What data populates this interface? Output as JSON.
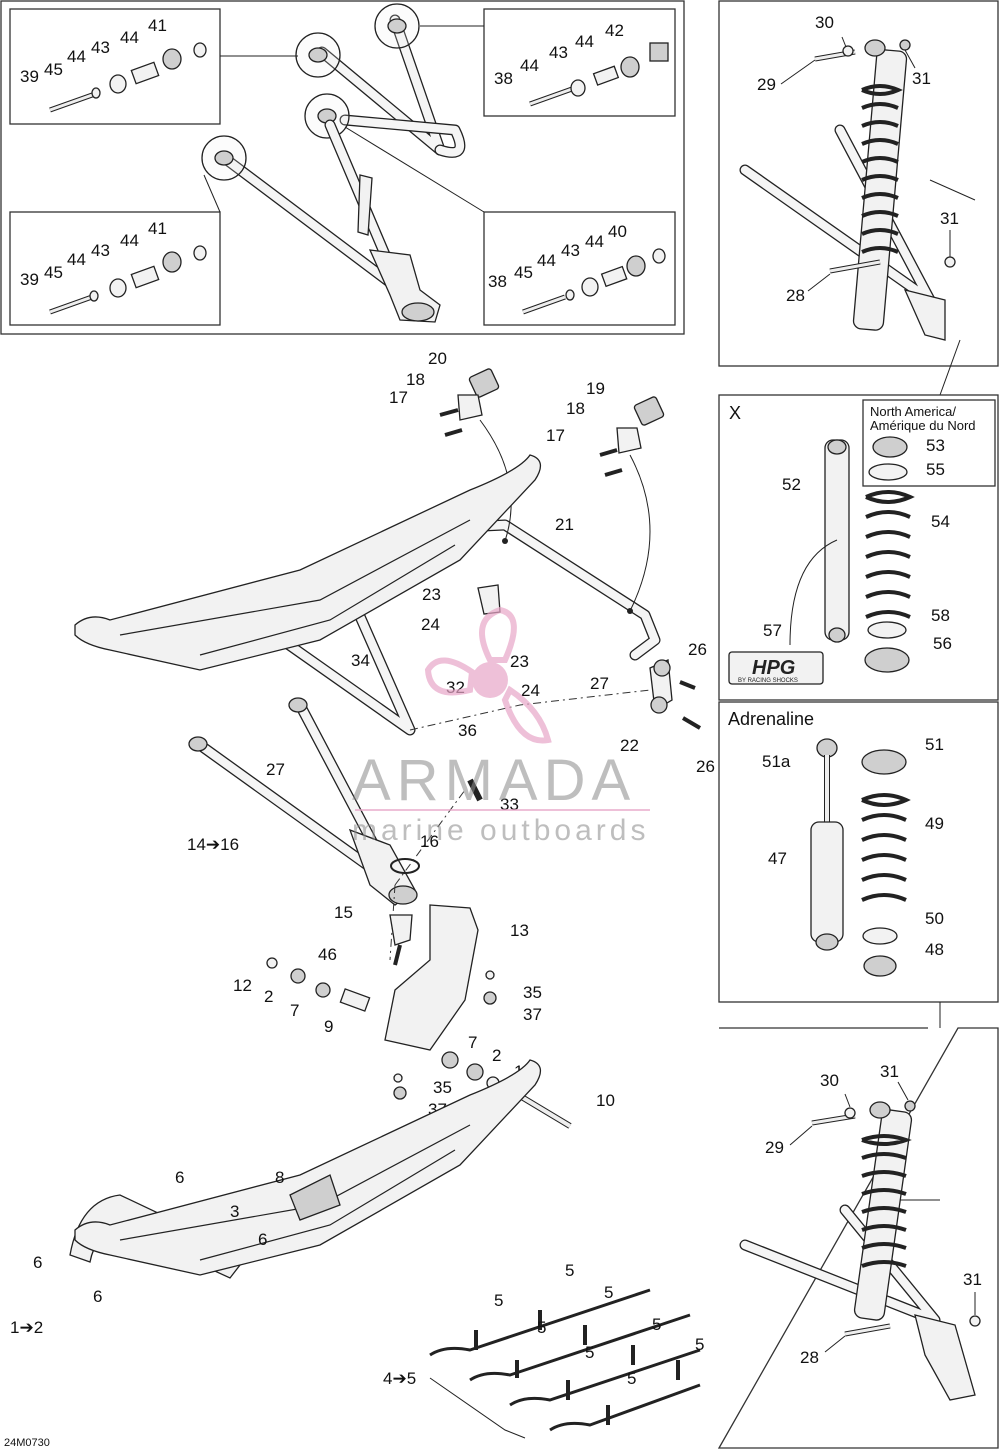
{
  "diagram_id": "24M0730",
  "watermark": {
    "brand": "ARMADA",
    "tagline": "marine outboards",
    "color": "#e8a6c8"
  },
  "panels": {
    "x_panel": {
      "title": "X",
      "region_note_line1": "North America/",
      "region_note_line2": "Amérique du Nord",
      "logo_text": "HPG",
      "logo_sub": "BY RACING SHOCKS"
    },
    "adrenaline_panel": {
      "title": "Adrenaline"
    }
  },
  "callouts": {
    "c41a": "41",
    "c44a": "44",
    "c43a": "43",
    "c44b": "44",
    "c45a": "45",
    "c39a": "39",
    "c42": "42",
    "c44c": "44",
    "c43b": "43",
    "c44d": "44",
    "c38a": "38",
    "c41b": "41",
    "c44e": "44",
    "c43c": "43",
    "c44f": "44",
    "c45b": "45",
    "c39b": "39",
    "c40": "40",
    "c44g": "44",
    "c43d": "43",
    "c44h": "44",
    "c45c": "45",
    "c38b": "38",
    "c30a": "30",
    "c29a": "29",
    "c31a": "31",
    "c31b": "31",
    "c28a": "28",
    "c20": "20",
    "c18a": "18",
    "c17a": "17",
    "c19": "19",
    "c18b": "18",
    "c17b": "17",
    "c21": "21",
    "c23a": "23",
    "c24a": "24",
    "c23b": "23",
    "c24b": "24",
    "c34": "34",
    "c32": "32",
    "c36": "36",
    "c27a": "27",
    "c27b": "27",
    "c26a": "26",
    "c26b": "26",
    "c22": "22",
    "c33": "33",
    "c1416": "14➔16",
    "c16": "16",
    "c15": "15",
    "c13": "13",
    "c46": "46",
    "c12": "12",
    "c2a": "2",
    "c7a": "7",
    "c9": "9",
    "c35a": "35",
    "c37a": "37",
    "c7b": "7",
    "c2b": "2",
    "c11": "11",
    "c35b": "35",
    "c37b": "37",
    "c10": "10",
    "c8": "8",
    "c6a": "6",
    "c3": "3",
    "c6b": "6",
    "c6c": "6",
    "c6d": "6",
    "c12b": "1➔2",
    "c45": "4➔5",
    "c5a": "5",
    "c5b": "5",
    "c5c": "5",
    "c5d": "5",
    "c5e": "5",
    "c5f": "5",
    "c5g": "5",
    "c5h": "5",
    "c53": "53",
    "c55": "55",
    "c52": "52",
    "c54": "54",
    "c58": "58",
    "c56": "56",
    "c57": "57",
    "c51a": "51a",
    "c51": "51",
    "c49": "49",
    "c47": "47",
    "c50": "50",
    "c48": "48",
    "c30b": "30",
    "c31c": "31",
    "c29b": "29",
    "c31d": "31",
    "c28b": "28"
  }
}
